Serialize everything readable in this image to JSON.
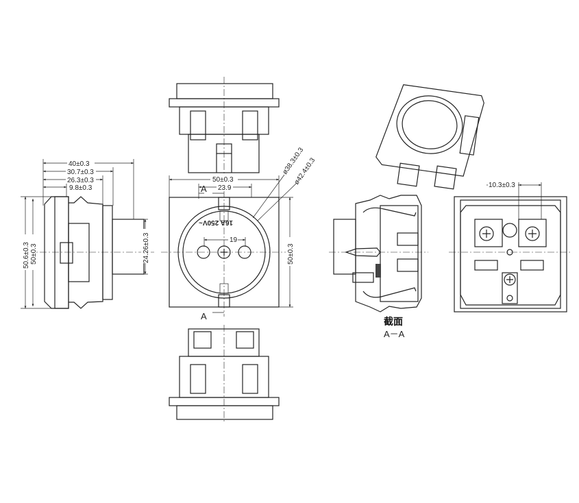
{
  "side_view": {
    "dims_horizontal": [
      "40±0.3",
      "30.7±0.3",
      "26.3±0.3",
      "9.8±0.3"
    ],
    "dims_vertical": [
      "50.6±0.3",
      "50±0.3",
      "24.26±0.3"
    ]
  },
  "front_view": {
    "width_dim": "50±0.3",
    "inner_dim": "23.9",
    "height_dim": "50±0.3",
    "pin_spacing": "19",
    "diameter_inner": "ø38.3±0.3",
    "diameter_outer": "ø42.4±0.3",
    "rating_text": "16A 250V~",
    "section_mark_top": "A",
    "section_mark_bottom": "A"
  },
  "back_view": {
    "terminal_dim": "10.3±0.3"
  },
  "section_view": {
    "title": "截面",
    "subtitle": "A－A"
  }
}
